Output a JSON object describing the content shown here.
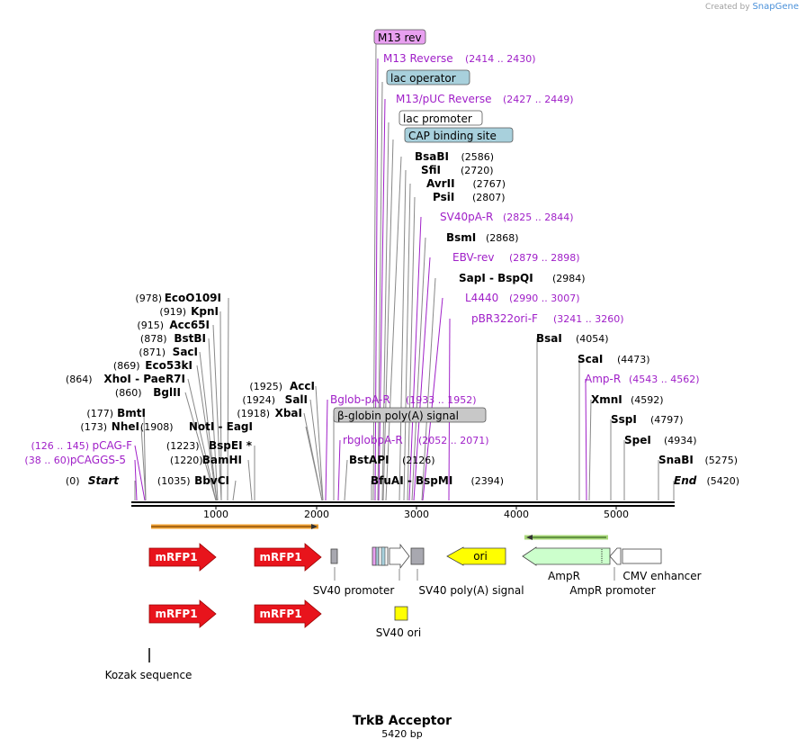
{
  "credit": {
    "prefix": "Created by",
    "brand": "SnapGene"
  },
  "title": "TrkB Acceptor",
  "length_label": "5420 bp",
  "axis_ticks": [
    "1000",
    "2000",
    "3000",
    "4000",
    "5000"
  ],
  "sites": [
    {
      "name": "Start",
      "pos": "(0)",
      "italic": true
    },
    {
      "name": "pCAGGS-5",
      "pos": "(38 .. 60)",
      "feature": true
    },
    {
      "name": "pCAG-F",
      "pos": "(126 .. 145)",
      "feature": true
    },
    {
      "name": "NheI",
      "pos": "(173)"
    },
    {
      "name": "BmtI",
      "pos": "(177)"
    },
    {
      "name": "BglII",
      "pos": "(860)"
    },
    {
      "name": "XhoI - PaeR7I",
      "pos": "(864)"
    },
    {
      "name": "Eco53kI",
      "pos": "(869)"
    },
    {
      "name": "SacI",
      "pos": "(871)"
    },
    {
      "name": "BstBI",
      "pos": "(878)"
    },
    {
      "name": "Acc65I",
      "pos": "(915)"
    },
    {
      "name": "KpnI",
      "pos": "(919)"
    },
    {
      "name": "EcoO109I",
      "pos": "(978)"
    },
    {
      "name": "BbvCI",
      "pos": "(1035)"
    },
    {
      "name": "BamHI",
      "pos": "(1220)"
    },
    {
      "name": "BspEI *",
      "pos": "(1223)"
    },
    {
      "name": "NotI - EagI",
      "pos": "(1908)"
    },
    {
      "name": "XbaI",
      "pos": "(1918)"
    },
    {
      "name": "SalI",
      "pos": "(1924)"
    },
    {
      "name": "AccI",
      "pos": "(1925)"
    },
    {
      "name": "Bglob-pA-R",
      "pos": "(1933 .. 1952)",
      "feature": true
    },
    {
      "name": "β-globin poly(A) signal",
      "box": "gray"
    },
    {
      "name": "rbglobpA-R",
      "pos": "(2052 .. 2071)",
      "feature": true
    },
    {
      "name": "BstAPI",
      "pos": "(2126)"
    },
    {
      "name": "BfuAI - BspMI",
      "pos": "(2394)"
    },
    {
      "name": "M13 rev",
      "box": "violet"
    },
    {
      "name": "M13 Reverse",
      "pos": "(2414 .. 2430)",
      "feature": true
    },
    {
      "name": "lac operator",
      "box": "blue"
    },
    {
      "name": "M13/pUC Reverse",
      "pos": "(2427 .. 2449)",
      "feature": true
    },
    {
      "name": "lac promoter",
      "box": "white"
    },
    {
      "name": "CAP binding site",
      "box": "blue"
    },
    {
      "name": "BsaBI",
      "pos": "(2586)"
    },
    {
      "name": "SfiI",
      "pos": "(2720)"
    },
    {
      "name": "AvrII",
      "pos": "(2767)"
    },
    {
      "name": "PsiI",
      "pos": "(2807)"
    },
    {
      "name": "SV40pA-R",
      "pos": "(2825 .. 2844)",
      "feature": true
    },
    {
      "name": "BsmI",
      "pos": "(2868)"
    },
    {
      "name": "EBV-rev",
      "pos": "(2879 .. 2898)",
      "feature": true
    },
    {
      "name": "SapI - BspQI",
      "pos": "(2984)"
    },
    {
      "name": "L4440",
      "pos": "(2990 .. 3007)",
      "feature": true
    },
    {
      "name": "pBR322ori-F",
      "pos": "(3241 .. 3260)",
      "feature": true
    },
    {
      "name": "BsaI",
      "pos": "(4054)"
    },
    {
      "name": "ScaI",
      "pos": "(4473)"
    },
    {
      "name": "Amp-R",
      "pos": "(4543 .. 4562)",
      "feature": true
    },
    {
      "name": "XmnI",
      "pos": "(4592)"
    },
    {
      "name": "SspI",
      "pos": "(4797)"
    },
    {
      "name": "SpeI",
      "pos": "(4934)"
    },
    {
      "name": "SnaBI",
      "pos": "(5275)"
    },
    {
      "name": "End",
      "pos": "(5420)",
      "italic": true
    }
  ],
  "features": {
    "mrfp1": "mRFP1",
    "ori": "ori",
    "sv40_promoter": "SV40 promoter",
    "sv40_polya": "SV40 poly(A) signal",
    "ampr": "AmpR",
    "cmv_enhancer": "CMV enhancer",
    "ampr_promoter": "AmpR promoter",
    "sv40_ori": "SV40 ori",
    "kozak": "Kozak sequence"
  },
  "colors": {
    "feature_purple": "#a020c8",
    "mrfp1": "#e8141c",
    "ori": "#ffff00",
    "ampr": "#ccffcc",
    "box_blue": "#a8d0dc",
    "box_violet": "#e8a0f0",
    "box_gray": "#c8c8c8",
    "orf_orange": "#f0a030",
    "orf_green": "#6ab04c"
  }
}
